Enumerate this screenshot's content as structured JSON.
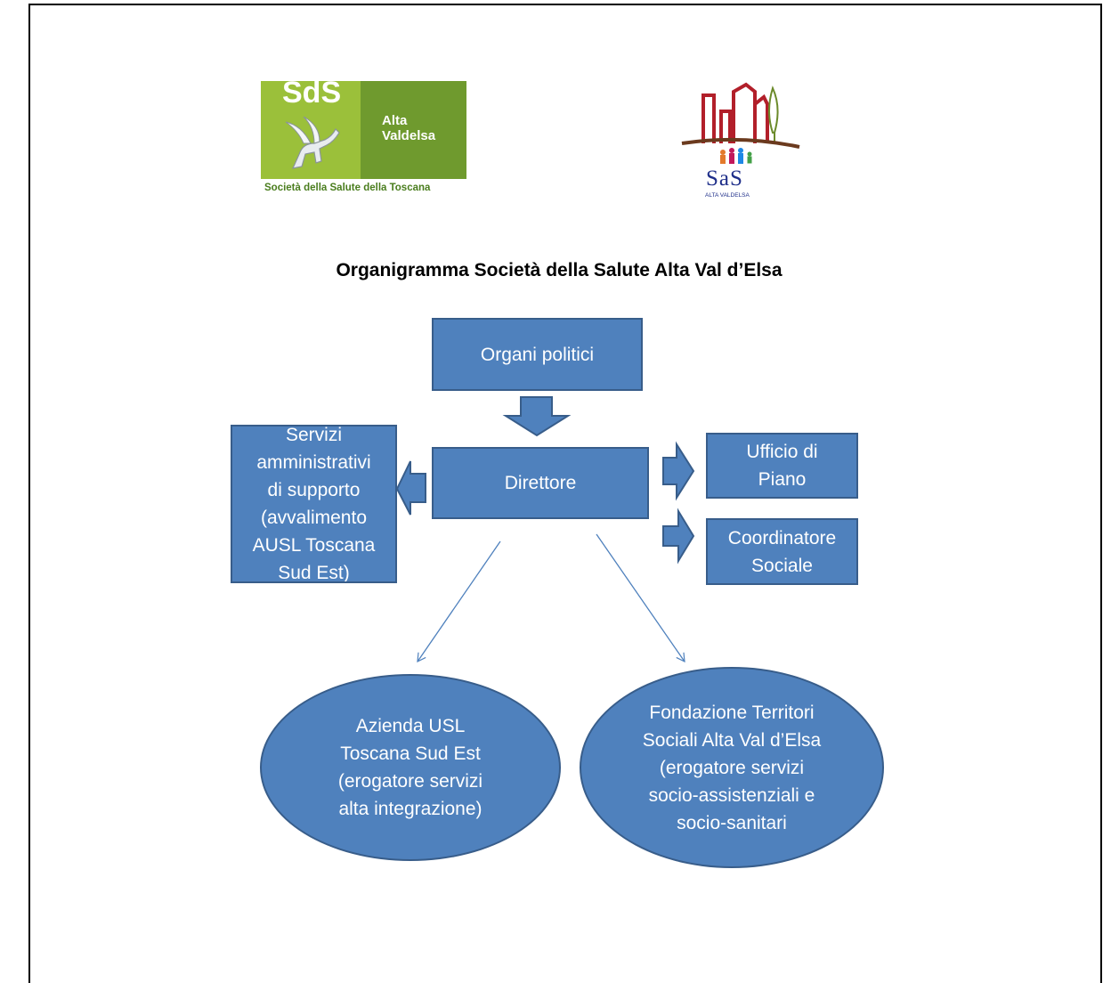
{
  "logos": {
    "left": {
      "brand": "SdS",
      "name_line1": "Alta",
      "name_line2": "Valdelsa",
      "caption": "Società della Salute della Toscana"
    },
    "right": {
      "brand": "SaS",
      "caption": "ALTA VALDELSA"
    }
  },
  "title": "Organigramma Società della Salute Alta Val d’Elsa",
  "nodes": {
    "organi": "Organi politici",
    "direttore": "Direttore",
    "servizi": "Servizi\namministrativi\ndi supporto\n(avvalimento\nAUSL Toscana\nSud Est)",
    "ufficio": "Ufficio di\nPiano",
    "coordinatore": "Coordinatore\nSociale",
    "azienda": "Azienda USL\nToscana Sud Est\n(erogatore servizi\nalta integrazione)",
    "fondazione": "Fondazione Territori\nSociali Alta Val d’Elsa\n(erogatore servizi\nsocio-assistenziali e\nsocio-sanitari"
  },
  "colors": {
    "fill": "#4f81bd",
    "border": "#385d8a",
    "text": "#ffffff",
    "connector": "#4f81bd"
  }
}
